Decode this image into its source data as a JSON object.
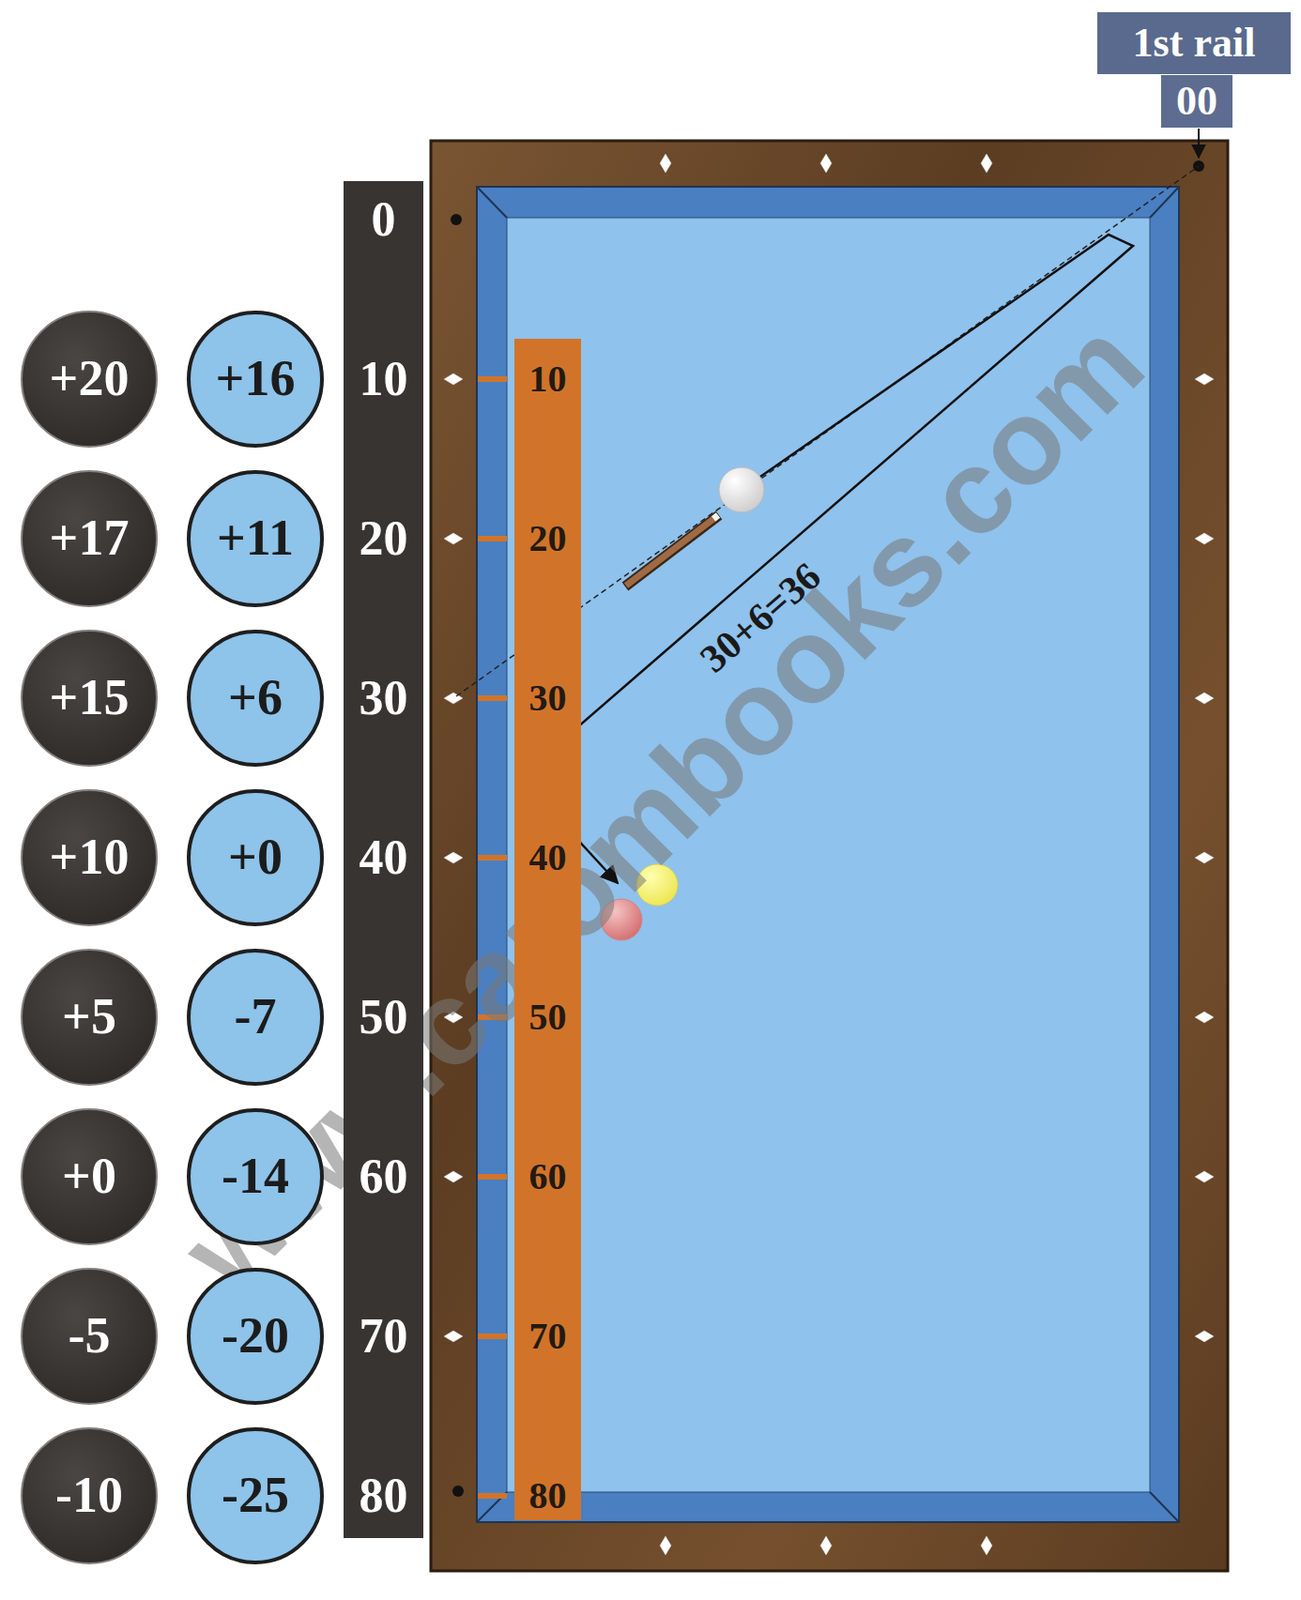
{
  "diagram": {
    "nodes": [
      {
        "text": [
          "1st rail"
        ]
      },
      {
        "text": [
          "00"
        ]
      },
      {
        "text": [
          "+20"
        ]
      },
      {
        "text": [
          "+17"
        ]
      },
      {
        "text": [
          "+15"
        ]
      },
      {
        "text": [
          "+10"
        ]
      },
      {
        "text": [
          "+5"
        ]
      },
      {
        "text": [
          "+0"
        ]
      },
      {
        "text": [
          "-5"
        ]
      },
      {
        "text": [
          "-10"
        ]
      },
      {
        "text": [
          "+16"
        ]
      },
      {
        "text": [
          "+11"
        ]
      },
      {
        "text": [
          "+6"
        ]
      },
      {
        "text": [
          "+0"
        ]
      },
      {
        "text": [
          "-7"
        ]
      },
      {
        "text": [
          "-14"
        ]
      },
      {
        "text": [
          "-20"
        ]
      },
      {
        "text": [
          "-25"
        ]
      },
      {
        "text": [
          "0",
          "10",
          "20",
          "30",
          "40",
          "50",
          "60",
          "70",
          "80"
        ]
      },
      {
        "text": [
          "10",
          "20",
          "30",
          "40",
          "50",
          "60",
          "70",
          "80"
        ]
      }
    ],
    "labels": [
      "30+6=36",
      "www.carombooks.com"
    ]
  }
}
